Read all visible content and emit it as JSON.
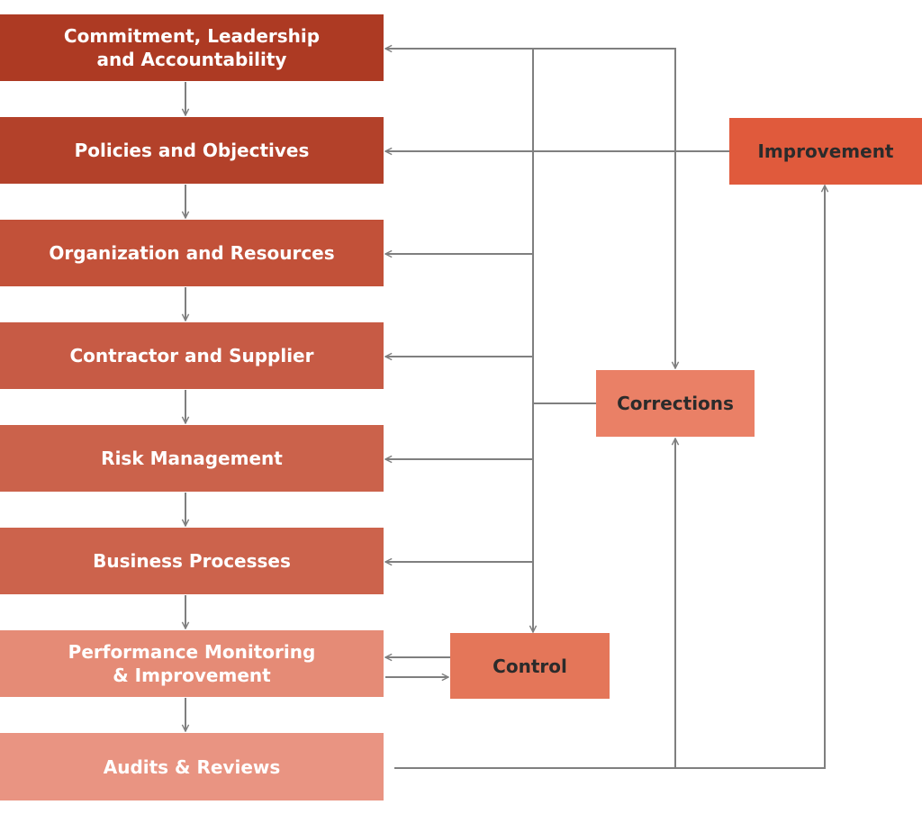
{
  "steps": [
    {
      "label": "Commitment, Leadership\nand Accountability",
      "color": "#ad3a23"
    },
    {
      "label": "Policies and Objectives",
      "color": "#b3412a"
    },
    {
      "label": "Organization and Resources",
      "color": "#c25139"
    },
    {
      "label": "Contractor and Supplier",
      "color": "#c75b45"
    },
    {
      "label": "Risk Management",
      "color": "#cb624b"
    },
    {
      "label": "Business Processes",
      "color": "#cc634c"
    },
    {
      "label": "Performance Monitoring\n& Improvement",
      "color": "#e58b76"
    },
    {
      "label": "Audits & Reviews",
      "color": "#e99482"
    }
  ],
  "feedback": {
    "improvement": {
      "label": "Improvement",
      "color": "#e05a3c"
    },
    "corrections": {
      "label": "Corrections",
      "color": "#ea8066"
    },
    "control": {
      "label": "Control",
      "color": "#e47659"
    }
  },
  "connector_color": "#7f7f7f"
}
